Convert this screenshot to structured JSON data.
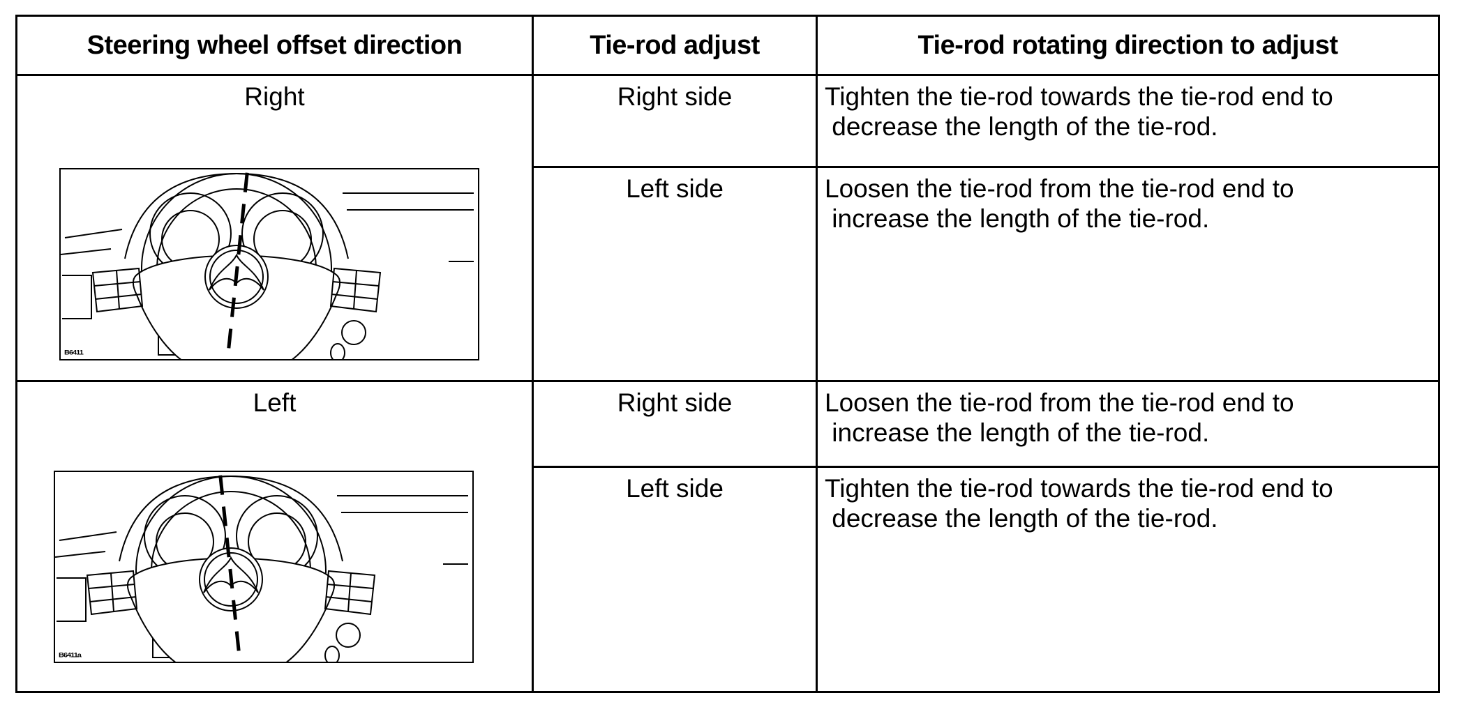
{
  "table": {
    "headers": [
      "Steering wheel offset direction",
      "Tie-rod adjust",
      "Tie-rod rotating direction to adjust"
    ],
    "rows": [
      {
        "offset_direction": "Right",
        "figure": "steering-wheel-offset-right-line-art",
        "figure_code": "B6411",
        "offset_tilt_deg": 6,
        "adjustments": [
          {
            "side": "Right side",
            "action": "Tighten the tie-rod towards the tie-rod end to\n decrease the length of the tie-rod."
          },
          {
            "side": "Left side",
            "action": "Loosen the tie-rod from the tie-rod end to\n increase the length of the tie-rod."
          }
        ]
      },
      {
        "offset_direction": "Left",
        "figure": "steering-wheel-offset-left-line-art",
        "figure_code": "B6411a",
        "offset_tilt_deg": -6,
        "adjustments": [
          {
            "side": "Right side",
            "action": "Loosen the tie-rod from the tie-rod end to\n increase the length of the tie-rod."
          },
          {
            "side": "Left side",
            "action": "Tighten the tie-rod towards the tie-rod end to\n decrease the length of the tie-rod."
          }
        ]
      }
    ]
  },
  "colors": {
    "border": "#000000",
    "background": "#ffffff",
    "text": "#000000"
  }
}
